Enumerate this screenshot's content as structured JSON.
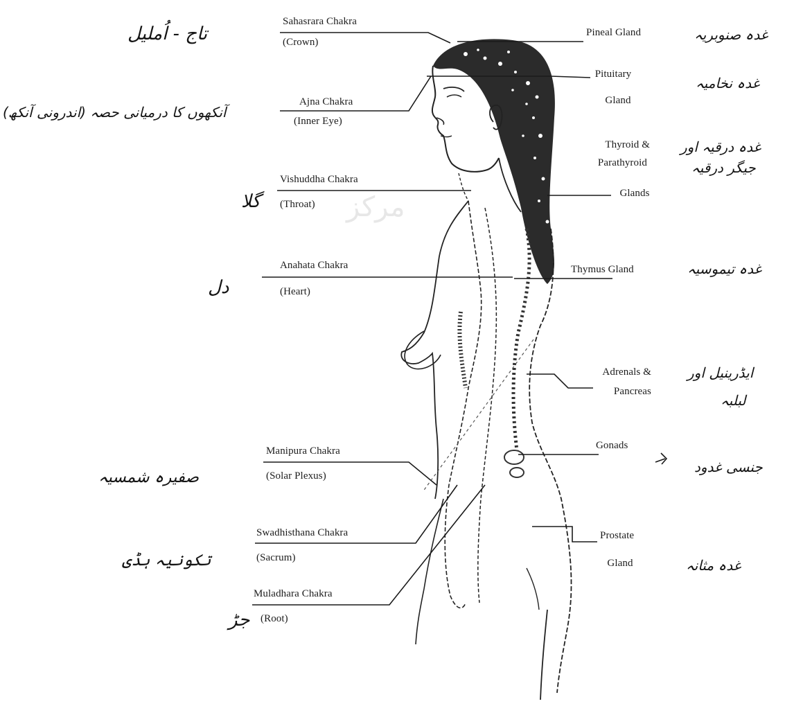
{
  "chakras": [
    {
      "name": "Sahasrara Chakra",
      "area": "(Crown)",
      "urdu": "تاج - اُملیل"
    },
    {
      "name": "Ajna Chakra",
      "area": "(Inner Eye)",
      "urdu": "آنکھوں کا درمیانی حصہ (اندرونی آنکھ)"
    },
    {
      "name": "Vishuddha Chakra",
      "area": "(Throat)",
      "urdu": "گلا"
    },
    {
      "name": "Anahata Chakra",
      "area": "(Heart)",
      "urdu": "دل"
    },
    {
      "name": "Manipura Chakra",
      "area": "(Solar Plexus)",
      "urdu": "صفیرہ شمسیہ"
    },
    {
      "name": "Swadhisthana Chakra",
      "area": "(Sacrum)",
      "urdu": "تکونیہ ہڈی"
    },
    {
      "name": "Muladhara Chakra",
      "area": "(Root)",
      "urdu": "جڑ"
    }
  ],
  "glands": [
    {
      "name": "Pineal Gland",
      "urdu": "غدہ صنوبریہ"
    },
    {
      "name_line1": "Pituitary",
      "name_line2": "Gland",
      "urdu": "غدہ نخامیہ"
    },
    {
      "name_line1": "Thyroid &",
      "name_line2": "Parathyroid",
      "name_line3": "Glands",
      "urdu_line1": "غدہ درقیہ اور",
      "urdu_line2": "جیگر درقیہ"
    },
    {
      "name": "Thymus Gland",
      "urdu": "غدہ تیموسیہ"
    },
    {
      "name_line1": "Adrenals &",
      "name_line2": "Pancreas",
      "urdu_line1": "ایڈرینیل اور",
      "urdu_line2": "لبلبہ"
    },
    {
      "name": "Gonads",
      "urdu": "جنسی غدود"
    },
    {
      "name_line1": "Prostate",
      "name_line2": "Gland",
      "urdu": "غدہ مثانہ"
    }
  ],
  "watermark": "مرکز",
  "colors": {
    "ink": "#1a1a1a",
    "hair": "#2b2b2b",
    "paper": "#ffffff"
  }
}
